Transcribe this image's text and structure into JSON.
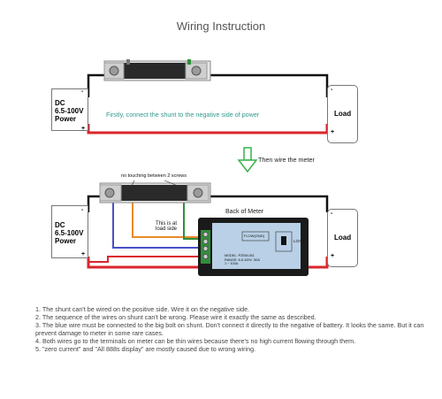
{
  "title": "Wiring Instruction",
  "top_diagram": {
    "power_box": "DC\n6.5-100V\nPower",
    "load_box": "Load",
    "instruction": "Firstly, connect the shunt to the negative side of power",
    "minus": "-",
    "plus": "+"
  },
  "arrow_text": "Then wire the meter",
  "bottom_diagram": {
    "power_box": "DC\n6.5-100V\nPower",
    "load_box": "Load",
    "no_touch_label": "no touching between 2 screws",
    "load_side_label": "This is at\nload side",
    "meter_caption": "Back of Meter",
    "meter_label_1": "FLOW(GND)",
    "meter_label_2": "LOAD",
    "meter_model": "MODEL: PZEM-051\nRANGE: 6.5-100V  50A\n1 ~ 100A",
    "minus": "-",
    "plus": "+"
  },
  "notes": [
    "1. The shunt can't be wired on the positive side. Wire it on the negative side.",
    "2. The sequence of the wires on shunt can't be wrong. Please wire it exactly the same as described.",
    "3. The blue wire must be connected to the big bolt on shunt. Don't connect it directly to the negative of  battery. It looks the same. But it can prevent damage to meter in some rare cases.",
    "4. Both wires go to the terminals on meter can be thin wires because there's no high current flowing through  them.",
    "5. \"zero current\" and \"All 888s display\" are mostly caused due to wrong wiring."
  ],
  "colors": {
    "negative_wire": "#111111",
    "positive_wire": "#d9262c",
    "blue_wire": "#4a4fc7",
    "orange_wire": "#e88a2c",
    "green_wire": "#2f8f3a",
    "meter_body": "#1a1a1a",
    "meter_display": "#b9d0e6",
    "arrow": "#37b24d"
  }
}
